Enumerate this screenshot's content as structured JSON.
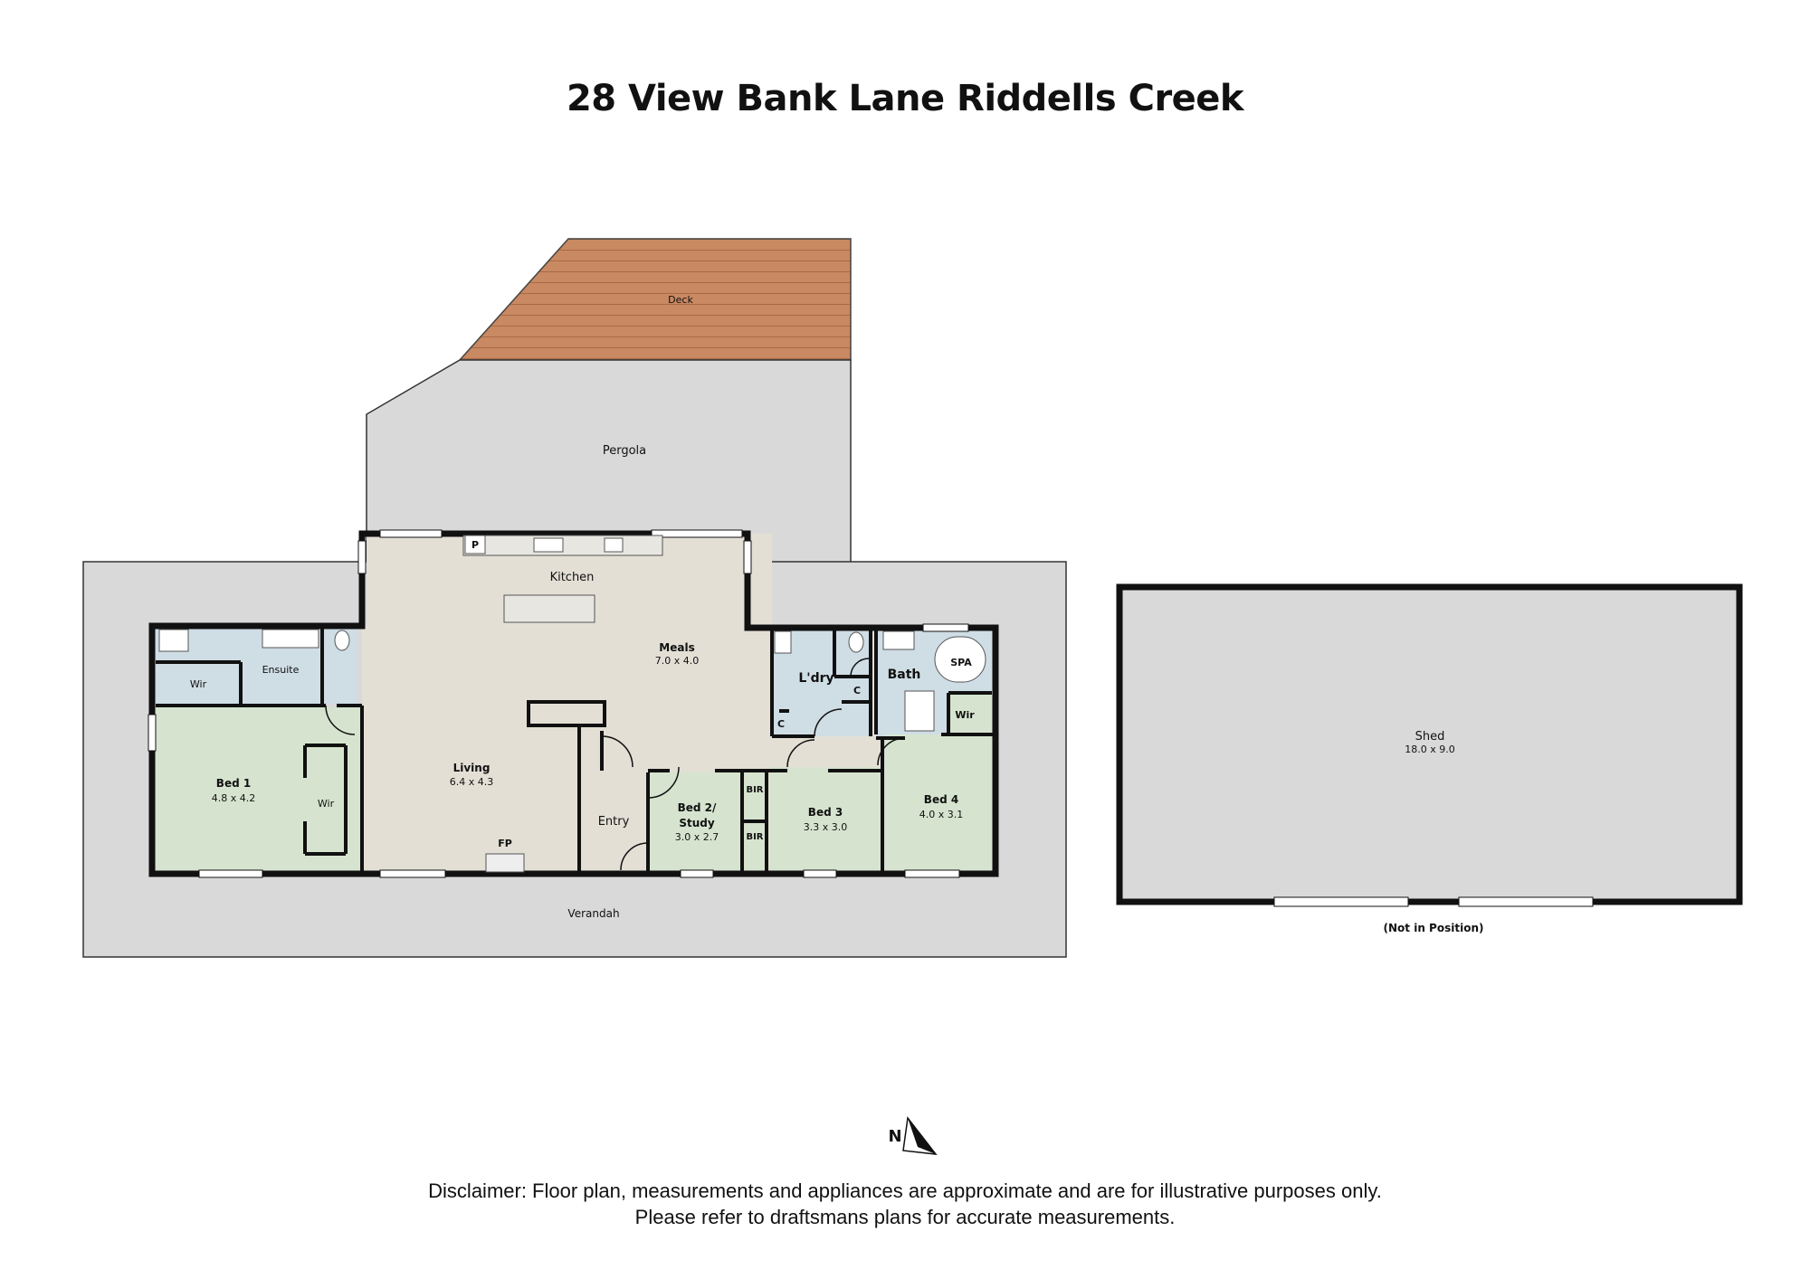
{
  "title": "28 View Bank Lane Riddells Creek",
  "rooms": {
    "deck": {
      "name": "Deck"
    },
    "pergola": {
      "name": "Pergola"
    },
    "kitchen": {
      "name": "Kitchen"
    },
    "pantry": {
      "name": "P"
    },
    "meals": {
      "name": "Meals",
      "dims": "7.0 x 4.0"
    },
    "living": {
      "name": "Living",
      "dims": "6.4 x 4.3"
    },
    "fireplace": {
      "name": "FP"
    },
    "entry": {
      "name": "Entry"
    },
    "ensuite": {
      "name": "Ensuite"
    },
    "wir_ensuite": {
      "name": "Wir"
    },
    "bed1": {
      "name": "Bed 1",
      "dims": "4.8 x 4.2"
    },
    "wir_bed1": {
      "name": "Wir"
    },
    "bed2": {
      "name_line1": "Bed 2/",
      "name_line2": "Study",
      "dims": "3.0 x 2.7"
    },
    "bir_top": {
      "name": "BIR"
    },
    "bir_bottom": {
      "name": "BIR"
    },
    "bed3": {
      "name": "Bed 3",
      "dims": "3.3 x 3.0"
    },
    "laundry": {
      "name": "L'dry"
    },
    "cupboard_laundry": {
      "name": "C"
    },
    "cupboard_hall": {
      "name": "C"
    },
    "bath": {
      "name": "Bath"
    },
    "spa": {
      "name": "SPA"
    },
    "wir_bed4": {
      "name": "Wir"
    },
    "bed4": {
      "name": "Bed 4",
      "dims": "4.0 x 3.1"
    },
    "verandah": {
      "name": "Verandah"
    },
    "shed": {
      "name": "Shed",
      "dims": "18.0 x 9.0",
      "note": "(Not in Position)"
    }
  },
  "compass": {
    "label": "N"
  },
  "disclaimer": {
    "line1": "Disclaimer: Floor plan, measurements and appliances are approximate and are for illustrative purposes only.",
    "line2": "Please refer to draftsmans plans for accurate measurements."
  },
  "colors": {
    "outdoor": "#d9d9d9",
    "living_areas": "#e3dfd5",
    "bedrooms": "#d6e4cf",
    "wet_areas": "#cfdde5",
    "deck": "#c98962",
    "walls": "#111111"
  }
}
